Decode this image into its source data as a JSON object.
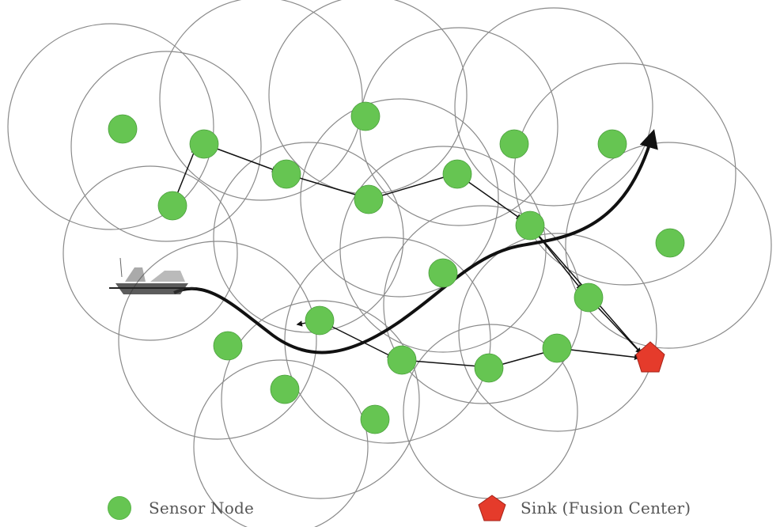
{
  "colors": {
    "sensor_node": "#66c552",
    "sink": "#e53b2b",
    "range_circle": "#8a8a8a",
    "arrow": "#111111",
    "legend_text": "#555555"
  },
  "legend": {
    "sensor_label": "Sensor Node",
    "sink_label": "Sink (Fusion Center)"
  },
  "icons": {
    "sensor_symbol": "green-circle",
    "sink_symbol": "red-pentagon",
    "target_symbol": "ship"
  }
}
